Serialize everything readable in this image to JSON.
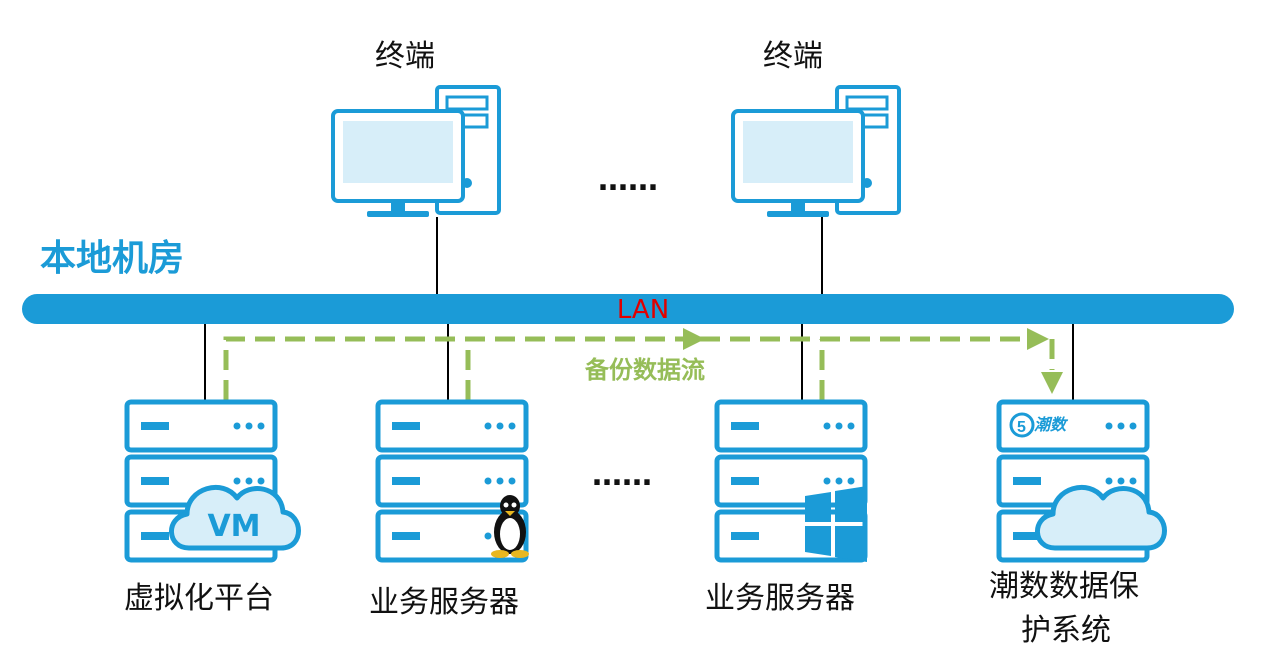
{
  "room_label": "本地机房",
  "network": {
    "label": "LAN"
  },
  "flow_label": "备份数据流",
  "terminals": [
    {
      "label": "终端"
    },
    {
      "label": "终端"
    }
  ],
  "ellipsis_top": "……",
  "ellipsis_bottom": "……",
  "servers": [
    {
      "label": "虚拟化平台",
      "badge": "VM",
      "emblem": "cloud-icon"
    },
    {
      "label": "业务服务器",
      "emblem": "linux-penguin-icon"
    },
    {
      "label": "业务服务器",
      "emblem": "windows-logo-icon"
    },
    {
      "label_line1": "潮数数据保",
      "label_line2": "护系统",
      "emblem": "cloud-icon",
      "logo_text": "潮数"
    }
  ],
  "colors": {
    "primary": "#1b9bd7",
    "light_fill": "#d7eef9",
    "flow": "#96bd58",
    "lan_text": "#e00000",
    "line": "#000000"
  }
}
